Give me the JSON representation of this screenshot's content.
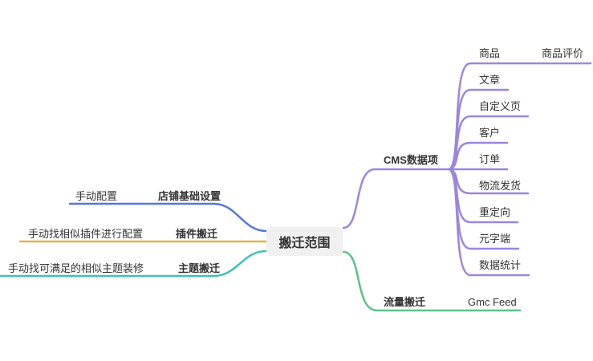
{
  "app": {
    "type": "mindmap",
    "background": "#FFFFFF"
  },
  "colors": {
    "store_settings": "#5577DC",
    "plugin": "#E2B14E",
    "theme": "#3FC1B7",
    "cms": "#9C86DD",
    "traffic": "#5BC389",
    "root_bg": "#F0F0F1",
    "text": "#333333"
  },
  "mindmap": {
    "root": "搬迁范围",
    "left": [
      {
        "label": "店铺基础设置",
        "child": "手动配置"
      },
      {
        "label": "插件搬迁",
        "child": "手动找相似插件进行配置"
      },
      {
        "label": "主题搬迁",
        "child": "手动找可满足的相似主题装修"
      }
    ],
    "right": [
      {
        "label": "CMS数据项",
        "children": [
          "商品",
          "文章",
          "自定义页",
          "客户",
          "订单",
          "物流发货",
          "重定向",
          "元字端",
          "数据统计"
        ],
        "grandchild": {
          "parent": "商品",
          "label": "商品评价"
        }
      },
      {
        "label": "流量搬迁",
        "children": [
          "Gmc Feed"
        ]
      }
    ]
  }
}
